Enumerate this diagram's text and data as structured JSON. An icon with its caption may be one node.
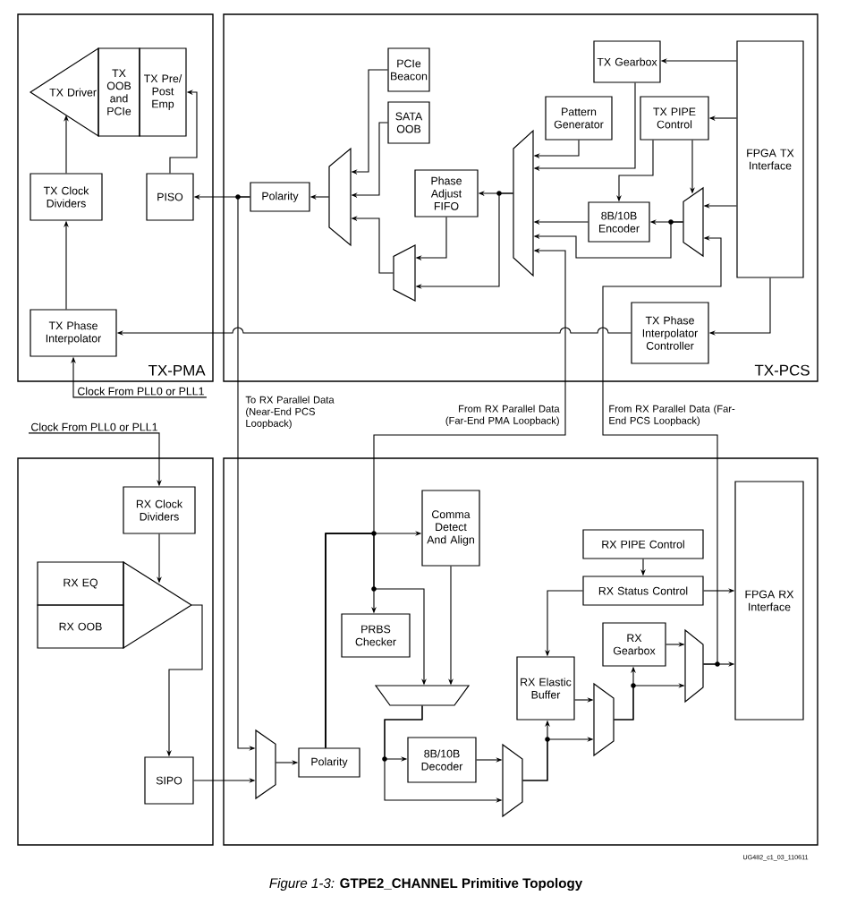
{
  "diagram": {
    "caption": "*Figure 1-3:* **GTPE2_CHANNEL Primitive Topology**",
    "nodes": [
      {
        "text": [
          "TX-PMA"
        ]
      },
      {
        "text": [
          "TX Driver"
        ],
        "in": 0
      },
      {
        "text": [
          "TX OOB and PCIe"
        ],
        "in": 0
      },
      {
        "text": [
          "TX Pre/ Post Emp"
        ],
        "in": 0
      },
      {
        "text": [
          "TX Clock Dividers"
        ],
        "in": 0
      },
      {
        "text": [
          "PISO"
        ],
        "in": 0
      },
      {
        "text": [
          "TX Phase Interpolator"
        ],
        "in": 0
      },
      {
        "text": [
          "TX-PCS"
        ]
      },
      {
        "text": [
          "PCIe Beacon"
        ],
        "in": 7
      },
      {
        "text": [
          "SATA OOB"
        ],
        "in": 7
      },
      {
        "text": [
          "TX Gearbox"
        ],
        "in": 7
      },
      {
        "text": [
          "Pattern Generator"
        ],
        "in": 7
      },
      {
        "text": [
          "TX PIPE Control"
        ],
        "in": 7
      },
      {
        "text": [
          "FPGA TX Interface"
        ],
        "in": 7
      },
      {
        "text": [
          "Polarity"
        ],
        "in": 7
      },
      {
        "text": [],
        "shape": "trapezoid",
        "in": 7
      },
      {
        "text": [
          "Phase Adjust FIFO"
        ],
        "in": 7
      },
      {
        "text": [],
        "shape": "trapezoid",
        "in": 7
      },
      {
        "text": [
          "8B/10B Encoder"
        ],
        "in": 7
      },
      {
        "text": [],
        "shape": "trapezoid",
        "in": 7
      },
      {
        "text": [],
        "shape": "trapezoid",
        "in": 7
      },
      {
        "text": [
          "TX Phase Interpolator Controller"
        ],
        "in": 7
      },
      {
        "text": [
          "Clock From PLL0 or PLL1"
        ]
      },
      {
        "text": [
          "Clock From PLL0 or PLL1"
        ]
      },
      {
        "text": [],
        "shape": "box"
      },
      {
        "text": [
          "RX Clock Dividers"
        ],
        "in": 24
      },
      {
        "text": [],
        "shape": "triangle",
        "in": 24
      },
      {
        "text": [
          "RX EQ"
        ],
        "in": 24
      },
      {
        "text": [
          "RX OOB"
        ],
        "in": 24
      },
      {
        "text": [
          "SIPO"
        ],
        "in": 24
      },
      {
        "text": [],
        "shape": "box"
      },
      {
        "text": [
          "Comma Detect And Align"
        ],
        "in": 30
      },
      {
        "text": [
          "RX PIPE Control"
        ],
        "in": 30
      },
      {
        "text": [
          "RX Status Control"
        ],
        "in": 30
      },
      {
        "text": [
          "FPGA RX Interface"
        ],
        "in": 30
      },
      {
        "text": [
          "PRBS Checker"
        ],
        "in": 30
      },
      {
        "text": [
          "RX Gearbox"
        ],
        "in": 30
      },
      {
        "text": [],
        "shape": "trapezoid",
        "in": 30
      },
      {
        "text": [
          "RX Elastic Buffer"
        ],
        "in": 30
      },
      {
        "text": [],
        "shape": "trapezoid",
        "in": 30
      },
      {
        "text": [],
        "shape": "trapezoid",
        "in": 30
      },
      {
        "text": [],
        "shape": "trapezoid",
        "in": 30
      },
      {
        "text": [
          "Polarity"
        ],
        "in": 30
      },
      {
        "text": [
          "8B/10B Decoder"
        ],
        "in": 30
      },
      {
        "text": [],
        "shape": "trapezoid",
        "in": 30
      }
    ],
    "edges": [
      {
        "from": 22,
        "to": 6,
        "arrow": "to"
      },
      {
        "from": 6,
        "to": 4,
        "arrow": "to"
      },
      {
        "from": 4,
        "to": 1,
        "arrow": "to"
      },
      {
        "from": 5,
        "to": 3,
        "arrow": "to"
      },
      {
        "from": 14,
        "to": 5,
        "arrow": "to"
      },
      {
        "from": 15,
        "to": 14,
        "arrow": "to"
      },
      {
        "from": 8,
        "to": 15,
        "arrow": "to"
      },
      {
        "from": 9,
        "to": 15,
        "arrow": "to"
      },
      {
        "from": 20,
        "to": 15,
        "arrow": "to"
      },
      {
        "from": 16,
        "to": 20,
        "arrow": "to"
      },
      {
        "from": 17,
        "to": 16,
        "arrow": "to"
      },
      {
        "from": 17,
        "to": 20,
        "arrow": "to"
      },
      {
        "from": 11,
        "to": 17,
        "arrow": "to"
      },
      {
        "from": 10,
        "to": 17,
        "arrow": "to"
      },
      {
        "from": 18,
        "to": 17,
        "arrow": "to"
      },
      {
        "from": 19,
        "to": 18,
        "arrow": "to"
      },
      {
        "from": 19,
        "to": 17,
        "arrow": "to"
      },
      {
        "from": 12,
        "to": 18,
        "arrow": "to"
      },
      {
        "from": 12,
        "to": 19,
        "arrow": "to"
      },
      {
        "from": 13,
        "to": 10,
        "arrow": "to"
      },
      {
        "from": 13,
        "to": 12,
        "arrow": "to"
      },
      {
        "from": 13,
        "to": 19,
        "arrow": "to"
      },
      {
        "from": 13,
        "to": 21,
        "arrow": "to"
      },
      {
        "from": 21,
        "to": 6,
        "arrow": "to"
      },
      {
        "from": 14,
        "to": 41,
        "arrow": "to"
      },
      {
        "from": 42,
        "to": 17,
        "arrow": "to"
      },
      {
        "from": 37,
        "to": 19,
        "arrow": "to"
      },
      {
        "from": 23,
        "to": 25,
        "arrow": "to"
      },
      {
        "from": 25,
        "to": 26,
        "arrow": "to"
      },
      {
        "from": 26,
        "to": 29,
        "arrow": "to"
      },
      {
        "from": 29,
        "to": 41,
        "arrow": "to"
      },
      {
        "from": 41,
        "to": 42,
        "arrow": "to"
      },
      {
        "from": 42,
        "to": 31,
        "arrow": "to"
      },
      {
        "from": 42,
        "to": 35,
        "arrow": "to"
      },
      {
        "from": 42,
        "to": 40,
        "arrow": "to"
      },
      {
        "from": 31,
        "to": 40,
        "arrow": "to"
      },
      {
        "from": 40,
        "to": 43,
        "arrow": "to"
      },
      {
        "from": 40,
        "to": 44,
        "arrow": "to"
      },
      {
        "from": 43,
        "to": 44,
        "arrow": "to"
      },
      {
        "from": 44,
        "to": 38,
        "arrow": "to"
      },
      {
        "from": 44,
        "to": 39,
        "arrow": "to"
      },
      {
        "from": 38,
        "to": 39,
        "arrow": "to"
      },
      {
        "from": 39,
        "to": 36,
        "arrow": "to"
      },
      {
        "from": 39,
        "to": 37,
        "arrow": "to"
      },
      {
        "from": 36,
        "to": 37,
        "arrow": "to"
      },
      {
        "from": 37,
        "to": 34,
        "arrow": "to"
      },
      {
        "from": 32,
        "to": 33,
        "arrow": "to"
      },
      {
        "from": 33,
        "to": 34,
        "arrow": "to"
      },
      {
        "from": 33,
        "to": 38,
        "arrow": "to"
      }
    ],
    "labels": [
      "To RX Parallel Data (Near-End PCS Loopback)",
      "From RX Parallel Data (Far-End PMA Loopback)",
      "From RX Parallel Data (Far-End PCS Loopback)",
      "UG482_c1_03_110611"
    ]
  }
}
